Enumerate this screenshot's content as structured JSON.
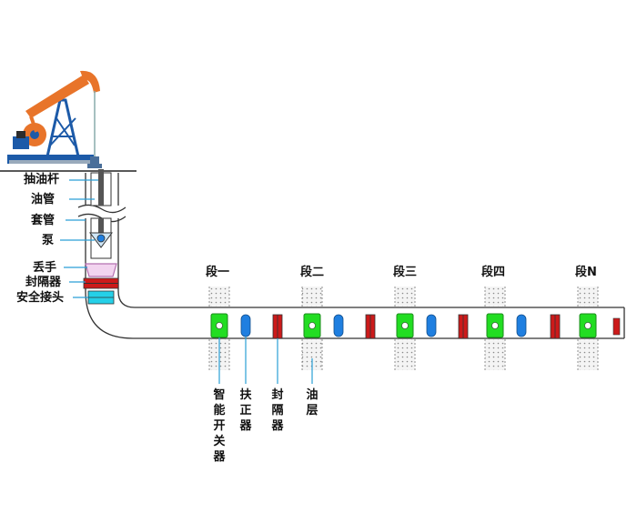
{
  "left_labels": {
    "sucker_rod": "抽油杆",
    "tubing": "油管",
    "casing": "套管",
    "pump": "泵",
    "anchor": "丢手",
    "packer": "封隔器",
    "safety_joint": "安全接头"
  },
  "segments": [
    "段一",
    "段二",
    "段三",
    "段四",
    "段N"
  ],
  "bottom_labels": {
    "smart_switch": "智能开关器",
    "centralizer": "扶正器",
    "packer": "封隔器",
    "oil_layer": "油层"
  },
  "colors": {
    "switch": "#22dd22",
    "centralizer": "#1f7fe0",
    "packer": "#cc1a1a",
    "leader_line": "#2a9fd6",
    "oil_layer_fill": "#f2f2f2"
  },
  "icons": {
    "pump_jack": "pumpjack-icon",
    "smart_switch": "smart-switch-icon",
    "centralizer": "centralizer-icon",
    "packer": "packer-icon"
  }
}
